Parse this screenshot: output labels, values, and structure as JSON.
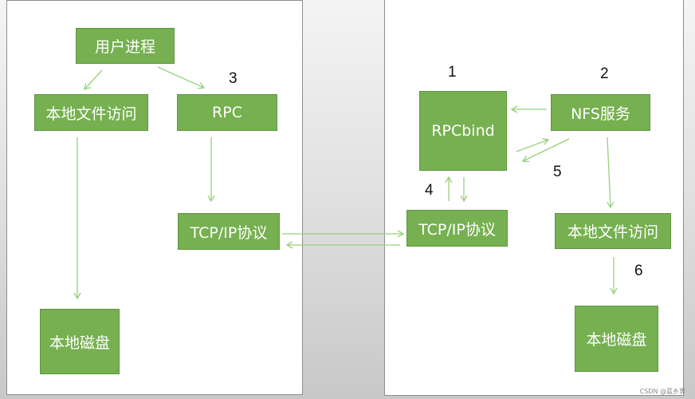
{
  "client": {
    "user_process": "用户进程",
    "local_file_access": "本地文件访问",
    "rpc": "RPC",
    "tcpip": "TCP/IP协议",
    "local_disk": "本地磁盘"
  },
  "server": {
    "rpcbind": "RPCbind",
    "nfs_service": "NFS服务",
    "tcpip": "TCP/IP协议",
    "local_file_access": "本地文件访问",
    "local_disk": "本地磁盘"
  },
  "step_numbers": {
    "n1": "1",
    "n2": "2",
    "n3": "3",
    "n4": "4",
    "n5": "5",
    "n6": "6"
  },
  "colors": {
    "box_fill": "#76b050",
    "arrow": "#9acf7e"
  },
  "watermark": "CSDN @蓝乡男"
}
